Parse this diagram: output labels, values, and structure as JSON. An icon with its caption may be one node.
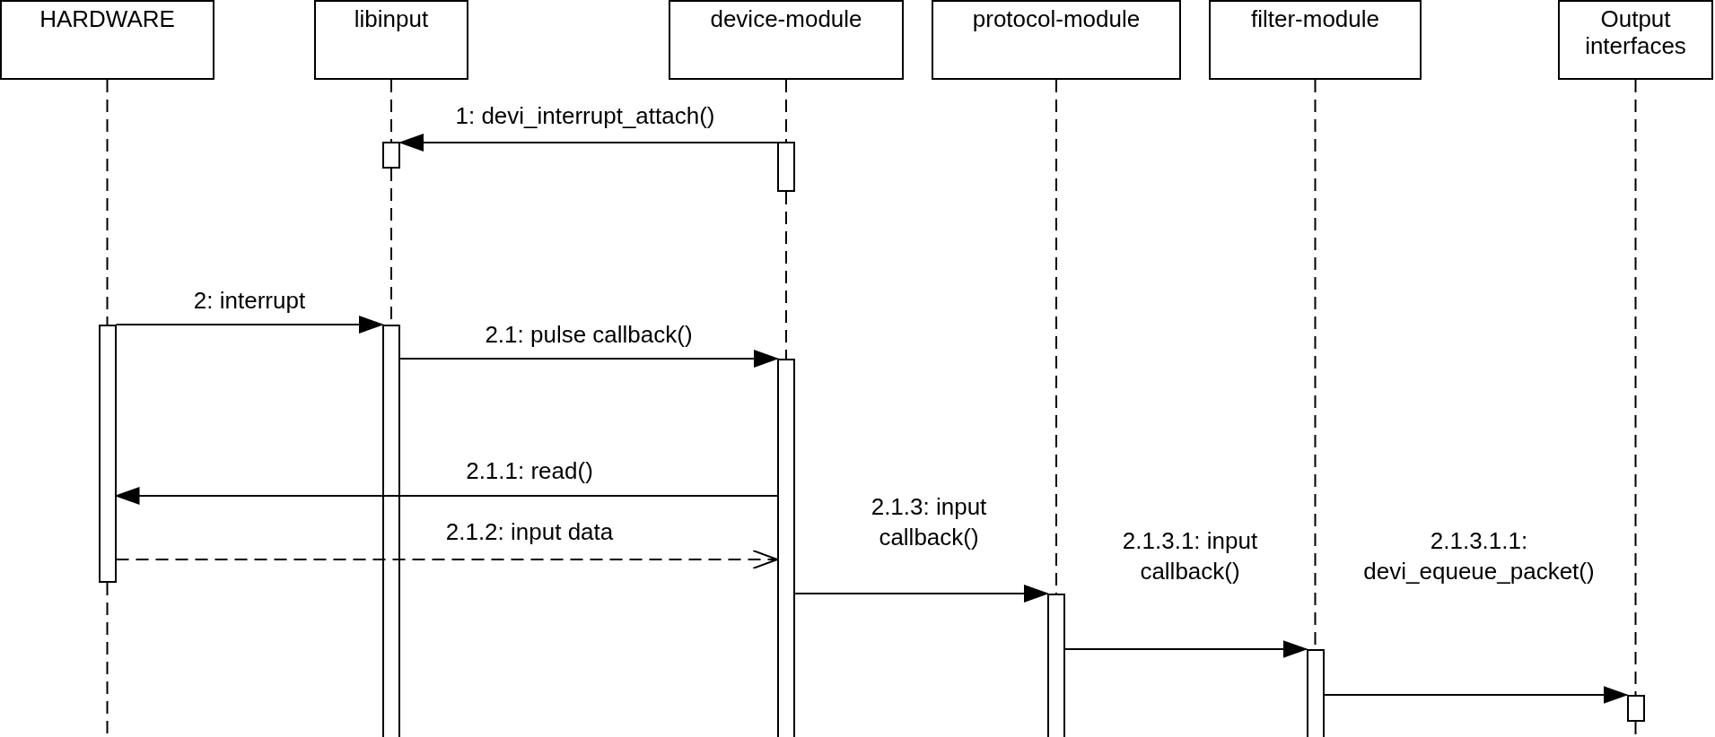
{
  "diagram": {
    "nodes": [
      {
        "text": [
          "HARDWARE"
        ]
      },
      {
        "text": [
          "libinput"
        ]
      },
      {
        "text": [
          "device-module"
        ]
      },
      {
        "text": [
          "protocol-module"
        ]
      },
      {
        "text": [
          "filter-module"
        ]
      },
      {
        "text": [
          "Output interfaces"
        ]
      },
      {
        "text": [],
        "shape": "bar"
      },
      {
        "text": [],
        "shape": "bar"
      },
      {
        "text": [],
        "shape": "bar"
      },
      {
        "text": [],
        "shape": "bar"
      },
      {
        "text": [],
        "shape": "bar"
      },
      {
        "text": [],
        "shape": "bar"
      },
      {
        "text": [],
        "shape": "bar"
      },
      {
        "text": [],
        "shape": "bar"
      }
    ],
    "edges": [
      {
        "from": 7,
        "to": 6,
        "arrow": "to",
        "label": "1: devi_interrupt_attach()"
      },
      {
        "from": 8,
        "to": 9,
        "arrow": "to",
        "label": "2: interrupt"
      },
      {
        "from": 9,
        "to": 10,
        "arrow": "to",
        "label": "2.1: pulse callback()"
      },
      {
        "from": 10,
        "to": 8,
        "arrow": "to",
        "label": "2.1.1: read()"
      },
      {
        "from": 8,
        "to": 10,
        "arrow": "to",
        "label": "2.1.2: input data",
        "style": "dashed"
      },
      {
        "from": 10,
        "to": 11,
        "arrow": "to",
        "label": "2.1.3: input callback()"
      },
      {
        "from": 11,
        "to": 12,
        "arrow": "to",
        "label": "2.1.3.1: input callback()"
      },
      {
        "from": 12,
        "to": 13,
        "arrow": "to",
        "label": "2.1.3.1.1: devi_equeue_packet()"
      },
      {
        "from": 0,
        "to": 8,
        "arrow": "none",
        "style": "dashed"
      },
      {
        "from": 8,
        "to": null,
        "arrow": "none",
        "style": "dashed"
      },
      {
        "from": 1,
        "to": 6,
        "arrow": "none",
        "style": "dashed"
      },
      {
        "from": 6,
        "to": 9,
        "arrow": "none",
        "style": "dashed"
      },
      {
        "from": 2,
        "to": 7,
        "arrow": "none",
        "style": "dashed"
      },
      {
        "from": 7,
        "to": 10,
        "arrow": "none",
        "style": "dashed"
      },
      {
        "from": 3,
        "to": 11,
        "arrow": "none",
        "style": "dashed"
      },
      {
        "from": 4,
        "to": 12,
        "arrow": "none",
        "style": "dashed"
      },
      {
        "from": 5,
        "to": 13,
        "arrow": "none",
        "style": "dashed"
      },
      {
        "from": 13,
        "to": null,
        "arrow": "none",
        "style": "dashed"
      }
    ]
  }
}
